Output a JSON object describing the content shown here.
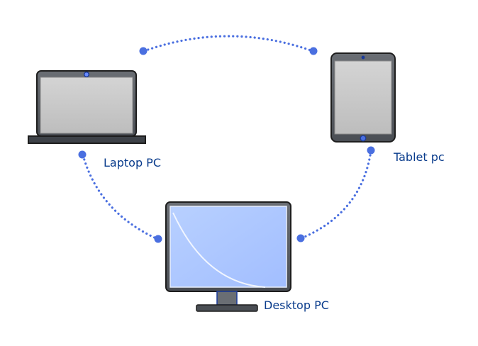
{
  "diagram": {
    "devices": [
      {
        "id": "laptop",
        "label": "Laptop PC"
      },
      {
        "id": "tablet",
        "label": "Tablet pc"
      },
      {
        "id": "desktop",
        "label": "Desktop PC"
      }
    ],
    "connections": [
      {
        "from": "laptop",
        "to": "tablet"
      },
      {
        "from": "laptop",
        "to": "desktop"
      },
      {
        "from": "tablet",
        "to": "desktop"
      }
    ]
  },
  "colors": {
    "label_text": "#0a3c8c",
    "connector": "#4a6fe0",
    "device_body": "#555a60",
    "device_outline": "#1e1e1e",
    "screen_grey": "#c8c8c8",
    "screen_blue": "#a8c4ff",
    "accent_blue": "#1a3a9a"
  }
}
